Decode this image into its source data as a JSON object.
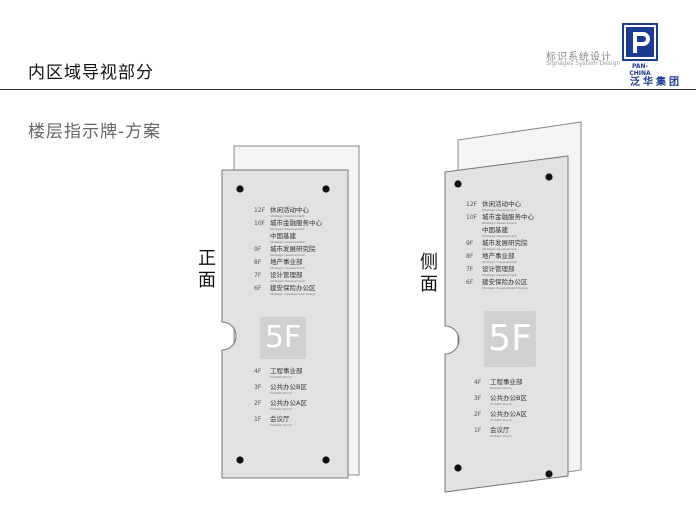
{
  "header": {
    "title": "内区域导视部分",
    "subtitle": "楼层指示牌-方案",
    "brand_cn": "标识系统设计",
    "brand_en": "Signages System Design",
    "logo_en": "PAN-CHINA",
    "logo_cn": "泛华集团",
    "accent": "#1c3a8f"
  },
  "views": {
    "front_label": "正\n面",
    "side_label": "侧\n面"
  },
  "directory": {
    "upper": [
      {
        "floor": "12F",
        "cn": "休闲活动中心",
        "en": "Strategic Development"
      },
      {
        "floor": "10F",
        "cn": "城市金融服务中心",
        "en": "Strategic Development"
      },
      {
        "floor": "",
        "cn": "中国基建",
        "en": "Strategic Development"
      },
      {
        "floor": "9F",
        "cn": "城市发展研究院",
        "en": "Strategic Development"
      },
      {
        "floor": "8F",
        "cn": "地产事业部",
        "en": "Strategic Development"
      },
      {
        "floor": "7F",
        "cn": "设计管理部",
        "en": "Strategic Development"
      },
      {
        "floor": "6F",
        "cn": "建安保险办公区",
        "en": "Strategic Development Design"
      }
    ],
    "current_floor": "5F",
    "lower": [
      {
        "floor": "4F",
        "cn": "工程事业部",
        "en": "Emblem Room"
      },
      {
        "floor": "3F",
        "cn": "公共办公B区",
        "en": "Emblem Room"
      },
      {
        "floor": "2F",
        "cn": "公共办公A区",
        "en": "Emblem Room"
      },
      {
        "floor": "1F",
        "cn": "会议厅",
        "en": "Emblem Room"
      }
    ]
  }
}
